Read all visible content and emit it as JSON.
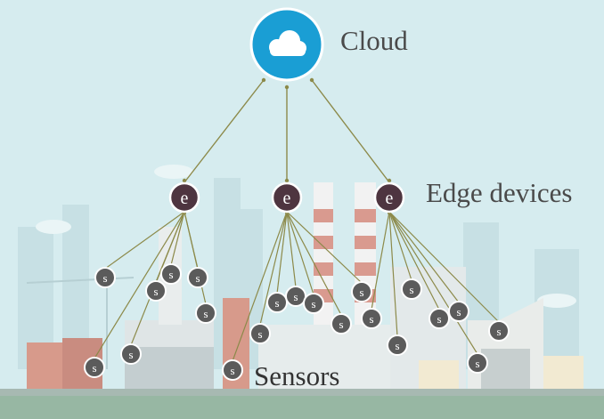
{
  "labels": {
    "cloud": "Cloud",
    "edge": "Edge devices",
    "sensors": "Sensors"
  },
  "node_letters": {
    "edge": "e",
    "sensor": "s"
  },
  "icons": {
    "cloud_node": "cloud-icon"
  },
  "colors": {
    "sky": "#d6ecef",
    "cloud_circle": "#1a9ed4",
    "edge_node": "#4e3540",
    "sensor_node": "#5b5b5b",
    "link": "#8c8a4a",
    "ground": "#97b7a3"
  }
}
